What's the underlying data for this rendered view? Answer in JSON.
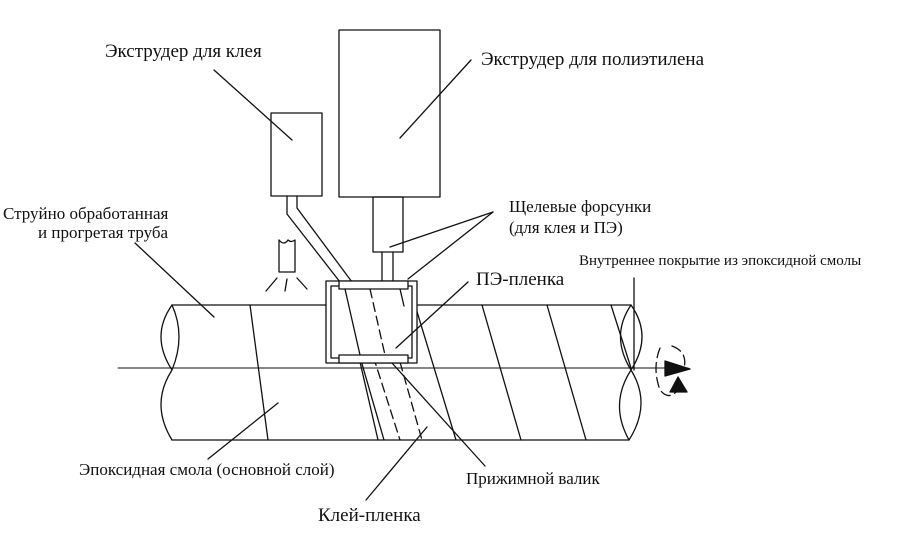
{
  "labels": {
    "glue_extruder": "Экструдер для клея",
    "pe_extruder": "Экструдер для полиэтилена",
    "pipe_line1": "Струйно обработанная",
    "pipe_line2": "и прогретая труба",
    "nozzles_line1": "Щелевые форсунки",
    "nozzles_line2": "(для клея и ПЭ)",
    "pe_film": "ПЭ-пленка",
    "inner_coating": "Внутреннее покрытие из эпоксидной смолы",
    "epoxy": "Эпоксидная смола (основной слой)",
    "press_roller": "Прижимной валик",
    "glue_film": "Клей-пленка"
  },
  "colors": {
    "line": "#111111",
    "background": "#ffffff"
  }
}
